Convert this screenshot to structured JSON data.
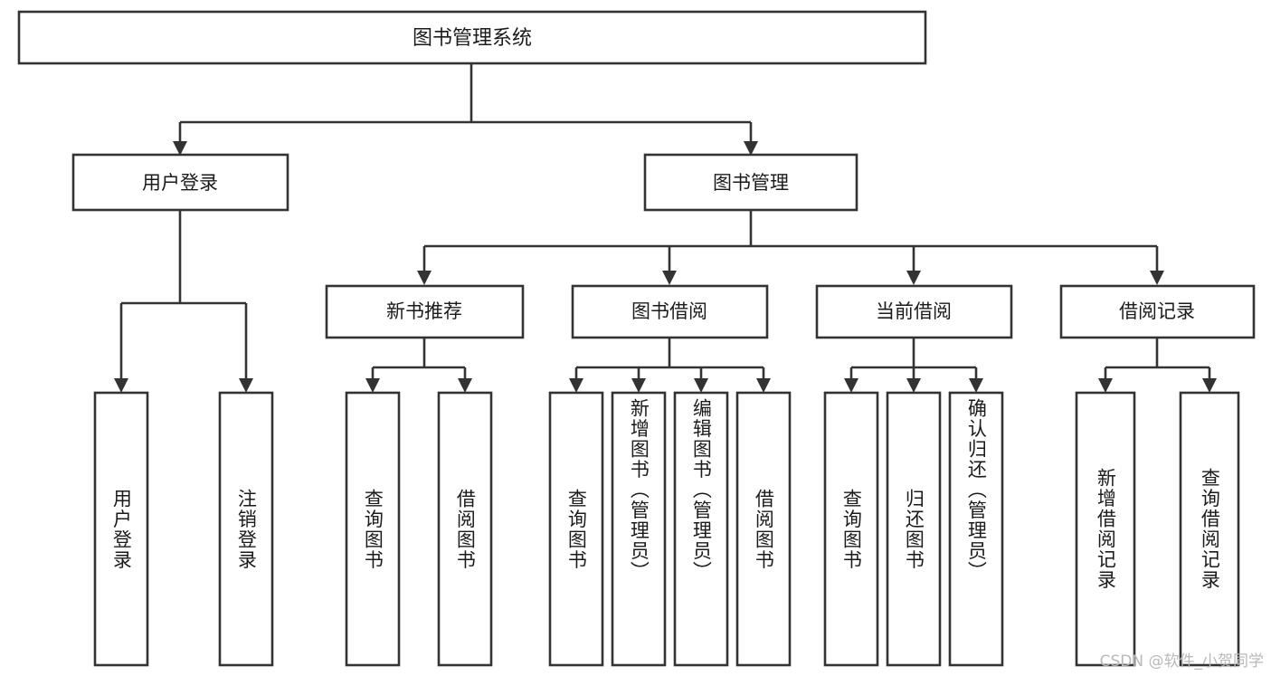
{
  "diagram": {
    "type": "tree",
    "title": "图书管理系统",
    "orientation": "top-down",
    "colors": {
      "background": "#ffffff",
      "box_stroke": "#333333",
      "box_fill": "#ffffff",
      "text": "#1b1b1b",
      "watermark": "#b9b9b9"
    },
    "root": {
      "label": "图书管理系统"
    },
    "level2": [
      {
        "label": "用户登录"
      },
      {
        "label": "图书管理"
      }
    ],
    "level3": [
      {
        "label": "新书推荐"
      },
      {
        "label": "图书借阅"
      },
      {
        "label": "当前借阅"
      },
      {
        "label": "借阅记录"
      }
    ],
    "leaves": {
      "user_login": [
        {
          "label": "用户登录"
        },
        {
          "label": "注销登录"
        }
      ],
      "new_book_recommend": [
        {
          "label": "查询图书"
        },
        {
          "label": "借阅图书"
        }
      ],
      "book_borrow": [
        {
          "label": "查询图书"
        },
        {
          "label": "新增图书（管理员）"
        },
        {
          "label": "编辑图书（管理员）"
        },
        {
          "label": "借阅图书"
        }
      ],
      "current_borrow": [
        {
          "label": "查询图书"
        },
        {
          "label": "归还图书"
        },
        {
          "label": "确认归还（管理员）"
        }
      ],
      "borrow_record": [
        {
          "label": "新增借阅记录"
        },
        {
          "label": "查询借阅记录"
        }
      ]
    }
  },
  "watermark": {
    "text": "CSDN @软件_小贺同学"
  }
}
